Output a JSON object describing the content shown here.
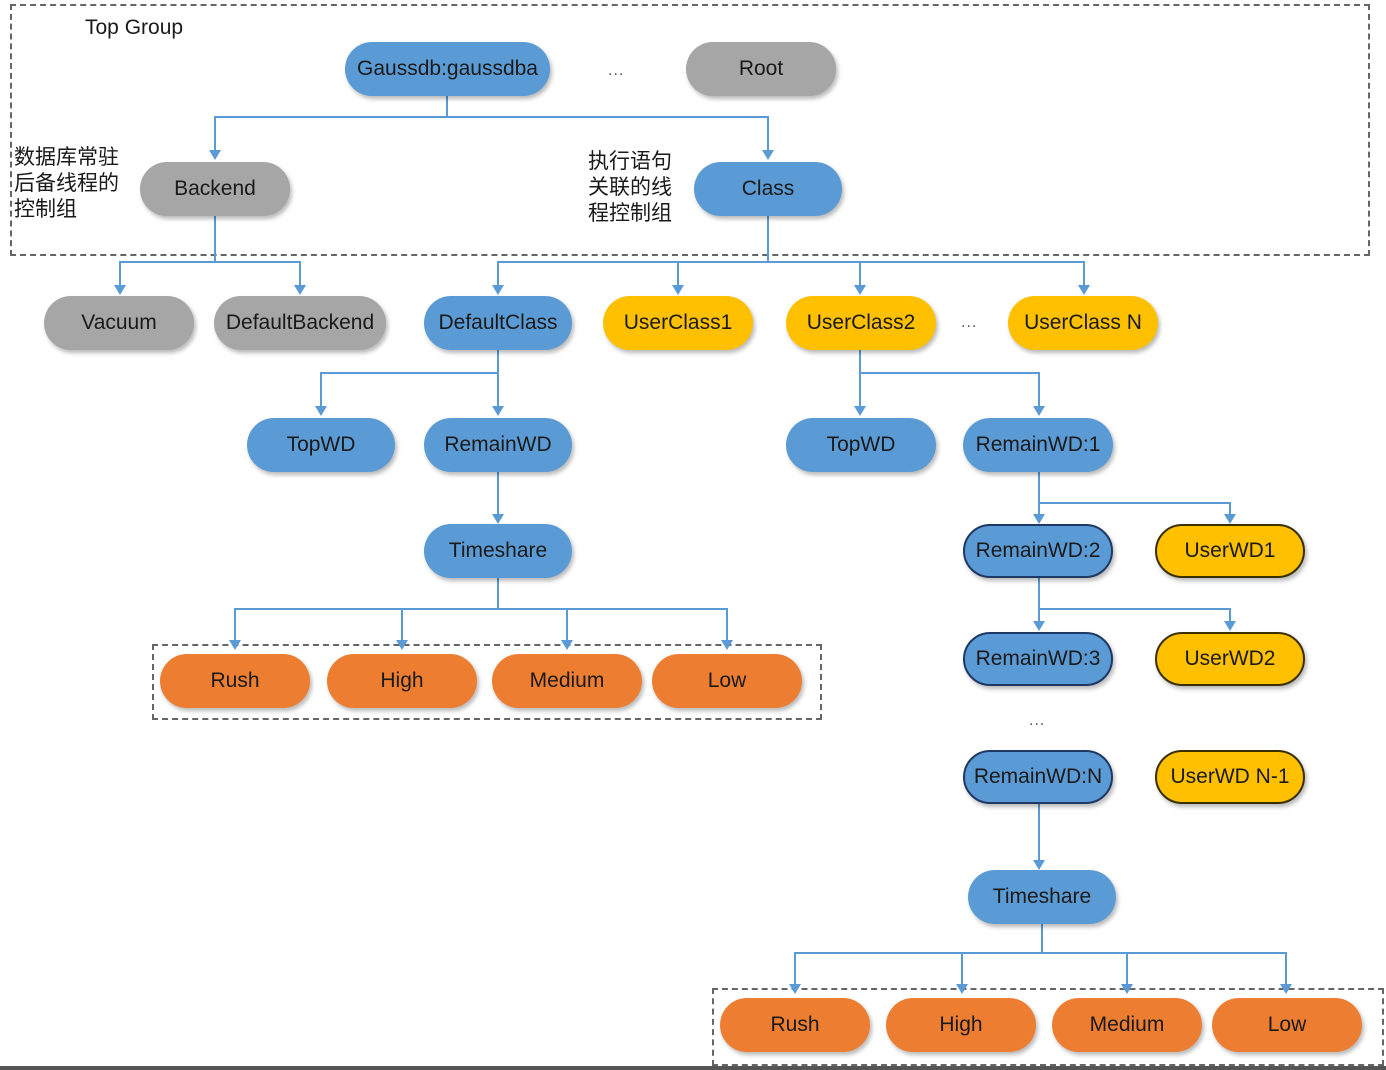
{
  "top_group": {
    "title": "Top Group",
    "root": "Root",
    "gaussdb": "Gaussdb:gaussdba",
    "backend": "Backend",
    "class": "Class",
    "backend_note": "数据库常驻\n后备线程的\n控制组",
    "class_note": "执行语句\n关联的线\n程控制组",
    "ellipsis": "..."
  },
  "backend_children": [
    "Vacuum",
    "DefaultBackend"
  ],
  "class_children": {
    "default_class": "DefaultClass",
    "user_class_1": "UserClass1",
    "user_class_2": "UserClass2",
    "ellipsis": "...",
    "user_class_n": "UserClass N"
  },
  "default_class_branch": {
    "top_wd": "TopWD",
    "remain_wd": "RemainWD",
    "timeshare": "Timeshare",
    "priorities": [
      "Rush",
      "High",
      "Medium",
      "Low"
    ]
  },
  "user_class_2_branch": {
    "top_wd": "TopWD",
    "remain_wd_1": "RemainWD:1",
    "remain_wd_2": "RemainWD:2",
    "user_wd_1": "UserWD1",
    "remain_wd_3": "RemainWD:3",
    "user_wd_2": "UserWD2",
    "ellipsis": "...",
    "remain_wd_n": "RemainWD:N",
    "user_wd_n1": "UserWD N-1",
    "timeshare": "Timeshare",
    "priorities": [
      "Rush",
      "High",
      "Medium",
      "Low"
    ]
  },
  "colors": {
    "blue": "#5b9bd5",
    "gray": "#a6a6a6",
    "yellow": "#ffc000",
    "orange": "#ed7d31",
    "connector": "#5b9bd5"
  }
}
